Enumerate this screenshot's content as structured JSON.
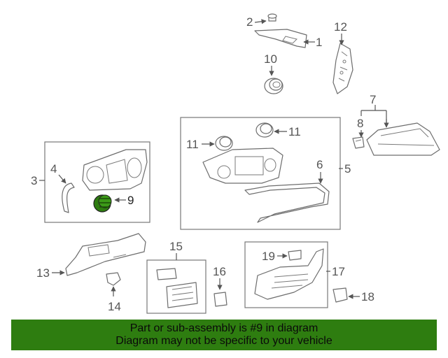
{
  "callouts": {
    "c1": "1",
    "c2": "2",
    "c3": "3",
    "c4": "4",
    "c5": "5",
    "c6": "6",
    "c7": "7",
    "c8": "8",
    "c9": "9",
    "c10": "10",
    "c11a": "11",
    "c11b": "11",
    "c12": "12",
    "c13": "13",
    "c14": "14",
    "c15": "15",
    "c16": "16",
    "c17": "17",
    "c18": "18",
    "c19": "19"
  },
  "highlight": {
    "part": "9",
    "color": "#2e7d10"
  },
  "banner": {
    "line1": "Part or sub-assembly is #9 in diagram",
    "line2": "Diagram may not be specific to your vehicle",
    "color": "#2e7d10"
  }
}
